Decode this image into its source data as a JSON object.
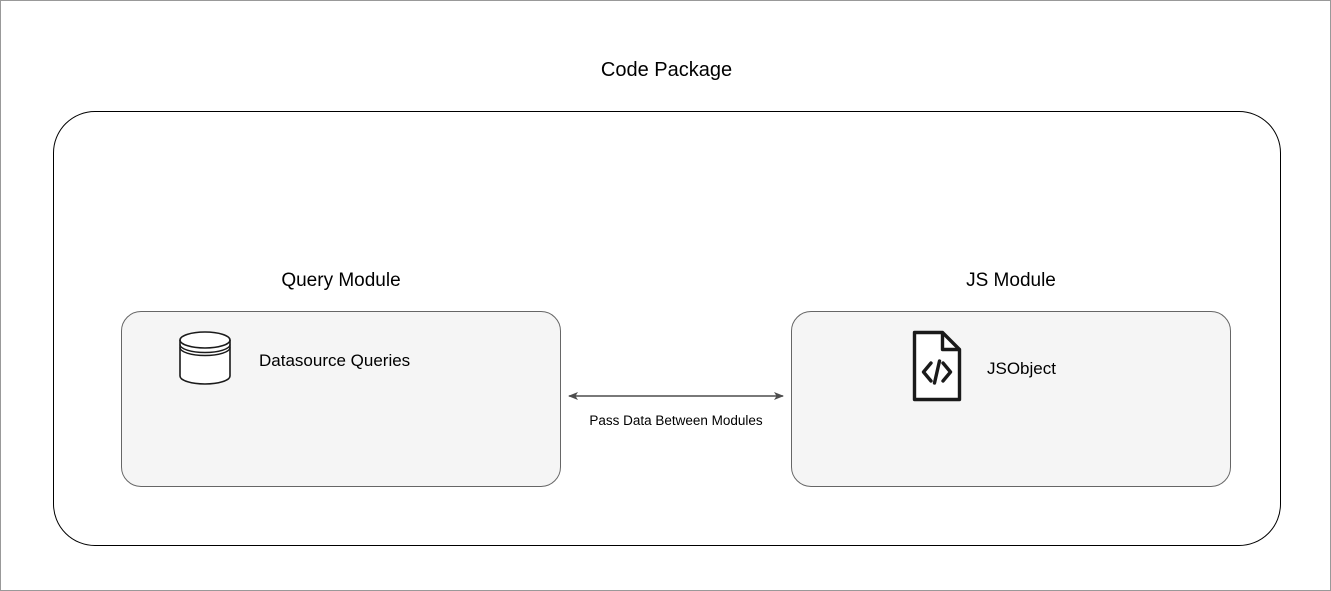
{
  "diagram": {
    "type": "architecture-diagram",
    "title": "Code Package",
    "page_border_color": "#999999",
    "background_color": "#ffffff",
    "container": {
      "name": "Code Package",
      "stroke_color": "#000000",
      "fill": "none",
      "corner_radius": "42px"
    },
    "modules": [
      {
        "id": "query-module",
        "title": "Query Module",
        "box_fill": "#f5f5f5",
        "box_stroke": "#666666",
        "items": [
          {
            "icon": "database-cylinder-icon",
            "label": "Datasource Queries"
          }
        ]
      },
      {
        "id": "js-module",
        "title": "JS Module",
        "box_fill": "#f5f5f5",
        "box_stroke": "#666666",
        "items": [
          {
            "icon": "code-file-icon",
            "label": "JSObject"
          }
        ]
      }
    ],
    "connector": {
      "label": "Pass Data Between Modules",
      "direction": "bidirectional",
      "from": "Query Module",
      "to": "JS Module",
      "stroke_color": "#4d4d4d"
    }
  }
}
